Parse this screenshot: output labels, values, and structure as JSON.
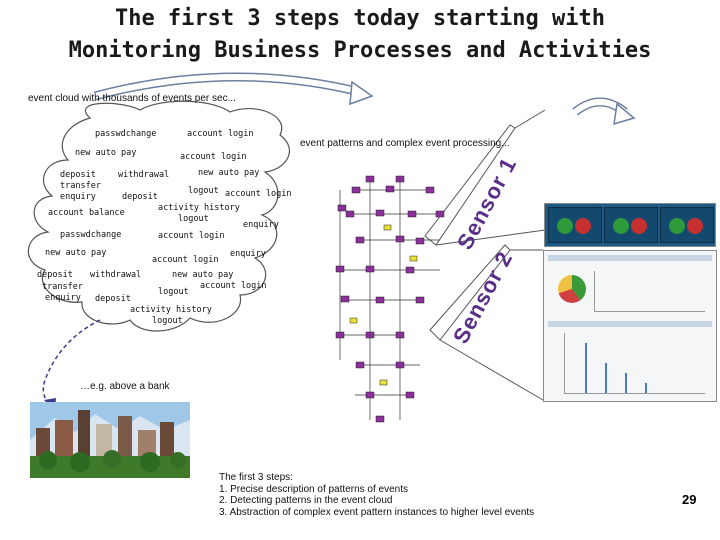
{
  "title_line1": "The first 3 steps today starting with",
  "title_line2": "Monitoring  Business Processes and Activities",
  "event_cloud_caption": "event cloud with thousands of events per sec...",
  "complex_caption": "event patterns and complex event processing...",
  "bank_caption": "…e.g. above a bank",
  "sensor1": "Sensor 1",
  "sensor2": "Sensor 2",
  "events": [
    "passwdchange",
    "account login",
    "new auto pay",
    "account login",
    "deposit",
    "withdrawal",
    "transfer",
    "enquiry",
    "deposit",
    "new auto pay",
    "logout",
    "account login",
    "activity history",
    "logout",
    "account balance",
    "enquiry",
    "passwdchange",
    "account login",
    "new auto pay",
    "enquiry",
    "account login",
    "deposit",
    "withdrawal",
    "new auto pay",
    "transfer",
    "account login",
    "logout",
    "enquiry",
    "deposit",
    "activity history",
    "logout"
  ],
  "steps": {
    "heading": "The first 3 steps:",
    "items": [
      "1. Precise description of patterns of events",
      "2. Detecting patterns in the event cloud",
      "3. Abstraction of complex event pattern instances to higher level events"
    ]
  },
  "page_number": "29",
  "colors": {
    "sensor": "#5a2f8a",
    "node": "#8b2f9a",
    "arrow_fill": "#ffffff",
    "arrow_stroke": "#4a6a8a"
  }
}
